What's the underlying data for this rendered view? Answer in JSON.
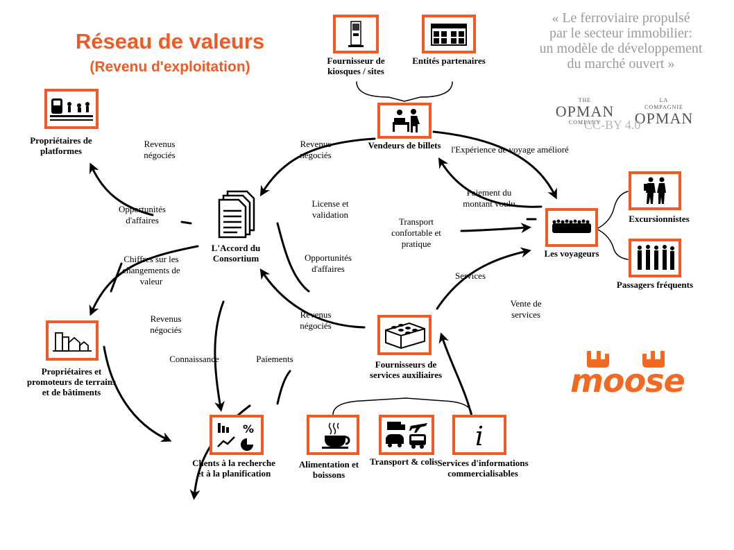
{
  "title": {
    "main": "Réseau de valeurs",
    "sub": "(Revenu d'exploitation)"
  },
  "quote": [
    "« Le ferroviaire propulsé",
    "par le secteur immobilier:",
    "un modèle de développement",
    "du marché ouvert »"
  ],
  "nodes": {
    "kiosques": "Fournisseur de kiosques / sites",
    "entites": "Entités partenaires",
    "vendeurs": "Vendeurs de billets",
    "plateformes": "Propriétaires de platformes",
    "accord": "L'Accord du Consortium",
    "voyageurs": "Les voyageurs",
    "excursionnistes": "Excursionnistes",
    "passagers": "Passagers fréquents",
    "proprietaires": "Propriétaires et promoteurs de terrains et de bâtiments",
    "fournisseurs": "Fournisseurs de services auxiliaires",
    "clients": "Clients à la recherche et à la planification",
    "alimentation": "Alimentation et boissons",
    "transport_colis": "Transport & colis",
    "services_info": "Services d'informations commercialisables"
  },
  "edges": {
    "revenus_1": "Revenus négociés",
    "revenus_2": "Revenus négociés",
    "revenus_3": "Revenus négociés",
    "revenus_4": "Revenus négociés",
    "opportunites_1": "Opportunités d'affaires",
    "opportunites_2": "Opportunités d'affaires",
    "chiffres": "Chiffres sur les changements de valeur",
    "license": "License et validation",
    "transport": "Transport confortable et pratique",
    "experience": "l'Expérience de voyage amélioré",
    "paiement": "Paiement du montant voulu",
    "services": "Services",
    "vente": "Vente de services",
    "connaissance": "Connaissance",
    "paiements": "Paiements"
  },
  "logos": {
    "opman1": {
      "top": "THE",
      "name": "OPMAN",
      "bottom": "COMPANY"
    },
    "opman2": {
      "top": "LA",
      "mid": "COMPAGNIE",
      "name": "OPMAN"
    },
    "license": "CC-BY 4.0",
    "brand": "moose"
  },
  "colors": {
    "accent": "#f15a24",
    "quote": "#9a9a9a"
  },
  "icons": {
    "kiosques": "kiosk-icon",
    "entites": "storefront-icon",
    "vendeurs": "ticket-seller-icon",
    "plateformes": "platform-icon",
    "accord": "documents-icon",
    "voyageurs": "crowd-icon",
    "excursionnistes": "hikers-icon",
    "passagers": "commuters-icon",
    "proprietaires": "buildings-icon",
    "fournisseurs": "lego-brick-icon",
    "clients": "charts-icon",
    "alimentation": "coffee-cup-icon",
    "transport_colis": "vehicles-icon",
    "services_info": "info-icon"
  }
}
